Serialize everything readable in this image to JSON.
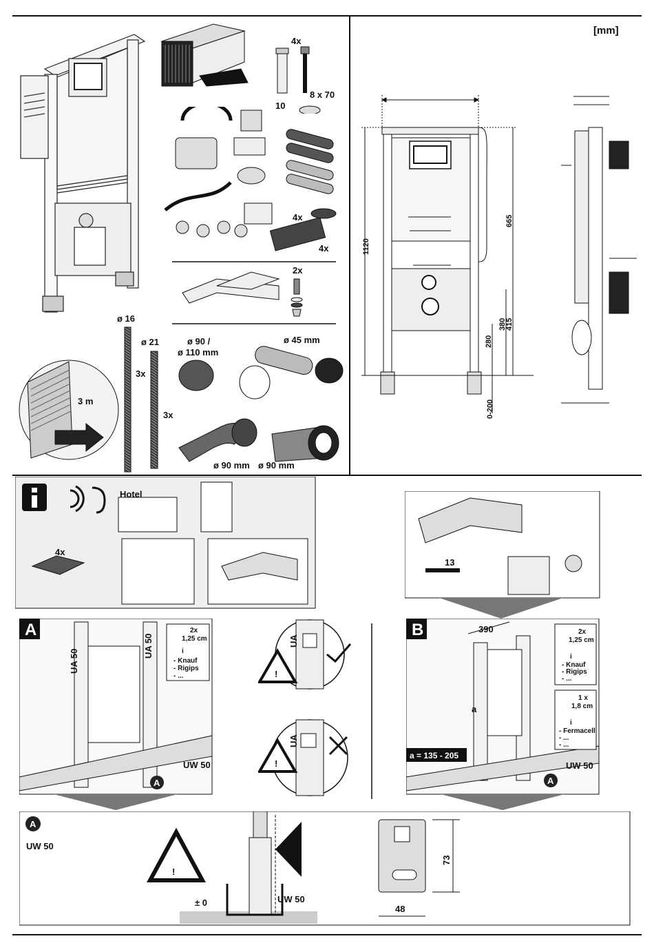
{
  "header": {
    "units": "[mm]"
  },
  "parts": {
    "screw_count": "4x",
    "screw_size": "8 x 70",
    "plug_size": "10",
    "pad_count": "4x",
    "pad_count2": "4x",
    "bolt_count": "2x",
    "pipe_cut_length": "3 m",
    "rod_16": "ø 16",
    "rod_21": "ø 21",
    "clip_count_a": "3x",
    "clip_count_b": "3x",
    "cap_size": "ø 90 /",
    "cap_size2": "ø 110 mm",
    "seal_size": "ø 45 mm",
    "elbow_size": "ø 90 mm",
    "connector_size": "ø 90 mm"
  },
  "dimensions": {
    "height_total": "1120",
    "height_665": "665",
    "height_415": "415",
    "height_380": "380",
    "height_280": "280",
    "foot_range": "0-200"
  },
  "info": {
    "hotel_label": "Hotel",
    "pad_count": "4x"
  },
  "wrench": {
    "size": "13"
  },
  "panel_a": {
    "badge": "A",
    "side_label_left": "UA 50",
    "side_label_right": "UA 50",
    "floor_label": "UW 50",
    "circle_label": "A",
    "note_count": "2x",
    "note_thickness": "1,25 cm",
    "note_items": [
      "- Knauf",
      "- Rigips",
      "- ..."
    ]
  },
  "warn": {
    "ua_top": "UA",
    "ua_bottom": "UA"
  },
  "panel_b": {
    "badge": "B",
    "width": "390",
    "a_label": "a",
    "a_range": "a = 135 - 205",
    "floor_label": "UW 50",
    "circle_label": "A",
    "note1_count": "2x",
    "note1_thickness": "1,25 cm",
    "note1_items": [
      "- Knauf",
      "- Rigips",
      "- ..."
    ],
    "note2_count": "1 x",
    "note2_thickness": "1,8 cm",
    "note2_items": [
      "- Fermacell",
      "- ...",
      "- ..."
    ]
  },
  "bottom": {
    "badge": "A",
    "title": "UW 50",
    "zero": "± 0",
    "floor_label": "UW 50",
    "dim_height": "73",
    "dim_width": "48"
  }
}
